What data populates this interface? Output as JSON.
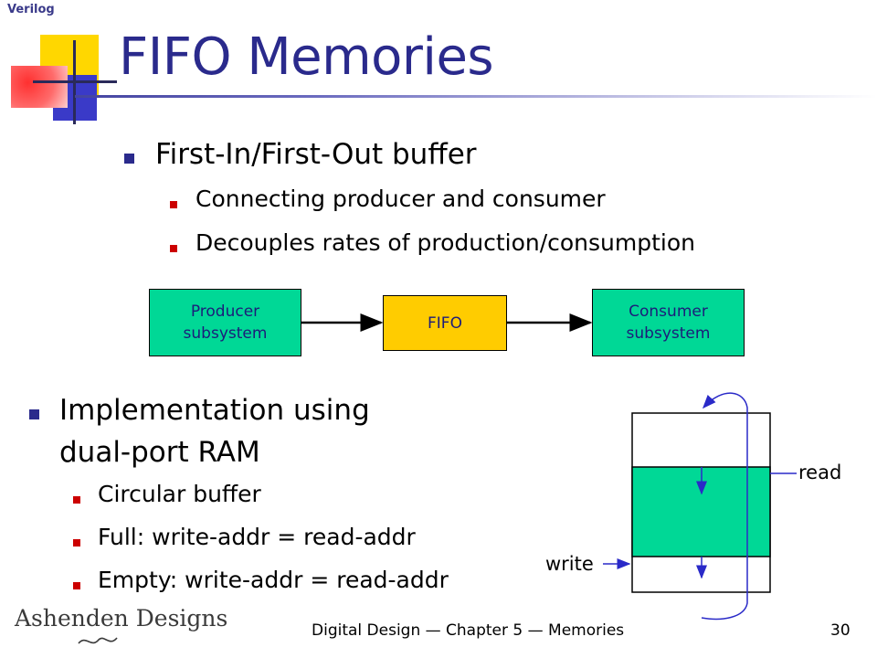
{
  "header": {
    "tag": "Verilog",
    "title": "FIFO Memories"
  },
  "bullets_top": {
    "main": "First-In/First-Out buffer",
    "sub": [
      "Connecting producer and consumer",
      "Decouples rates of production/consumption"
    ]
  },
  "flow_diagram": {
    "producer": [
      "Producer",
      "subsystem"
    ],
    "fifo": "FIFO",
    "consumer": [
      "Consumer",
      "subsystem"
    ]
  },
  "bullets_bottom": {
    "main": [
      "Implementation using",
      "dual-port RAM"
    ],
    "sub": [
      "Circular buffer",
      "Full: write-addr = read-addr",
      "Empty: write-addr = read-addr"
    ]
  },
  "buffer_diagram": {
    "read_label": "read",
    "write_label": "write"
  },
  "footer": {
    "brand": "Ashenden Designs",
    "caption": "Digital Design — Chapter 5 — Memories",
    "page": "30"
  },
  "colors": {
    "title": "#2a2a8c",
    "buffer_fill": "#00d896",
    "fifo_fill": "#ffcc00",
    "sub_bullet": "#cc0000"
  }
}
